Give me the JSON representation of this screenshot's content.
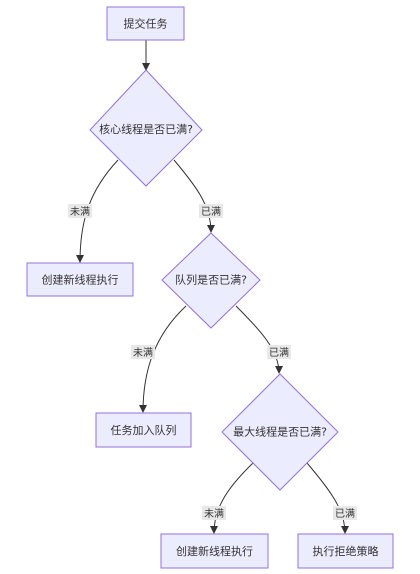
{
  "theme": {
    "node_fill": "#ECECFF",
    "node_stroke": "#9370DB",
    "edge_color": "#333333",
    "label_bg": "#e8e8e8"
  },
  "nodes": {
    "submit": "提交任务",
    "core_full": "核心线程是否已满?",
    "create_thread_1": "创建新线程执行",
    "queue_full": "队列是否已满?",
    "add_queue": "任务加入队列",
    "max_full": "最大线程是否已满?",
    "create_thread_2": "创建新线程执行",
    "reject": "执行拒绝策略"
  },
  "edges": {
    "core_no": "未满",
    "core_yes": "已满",
    "queue_no": "未满",
    "queue_yes": "已满",
    "max_no": "未满",
    "max_yes": "已满"
  }
}
